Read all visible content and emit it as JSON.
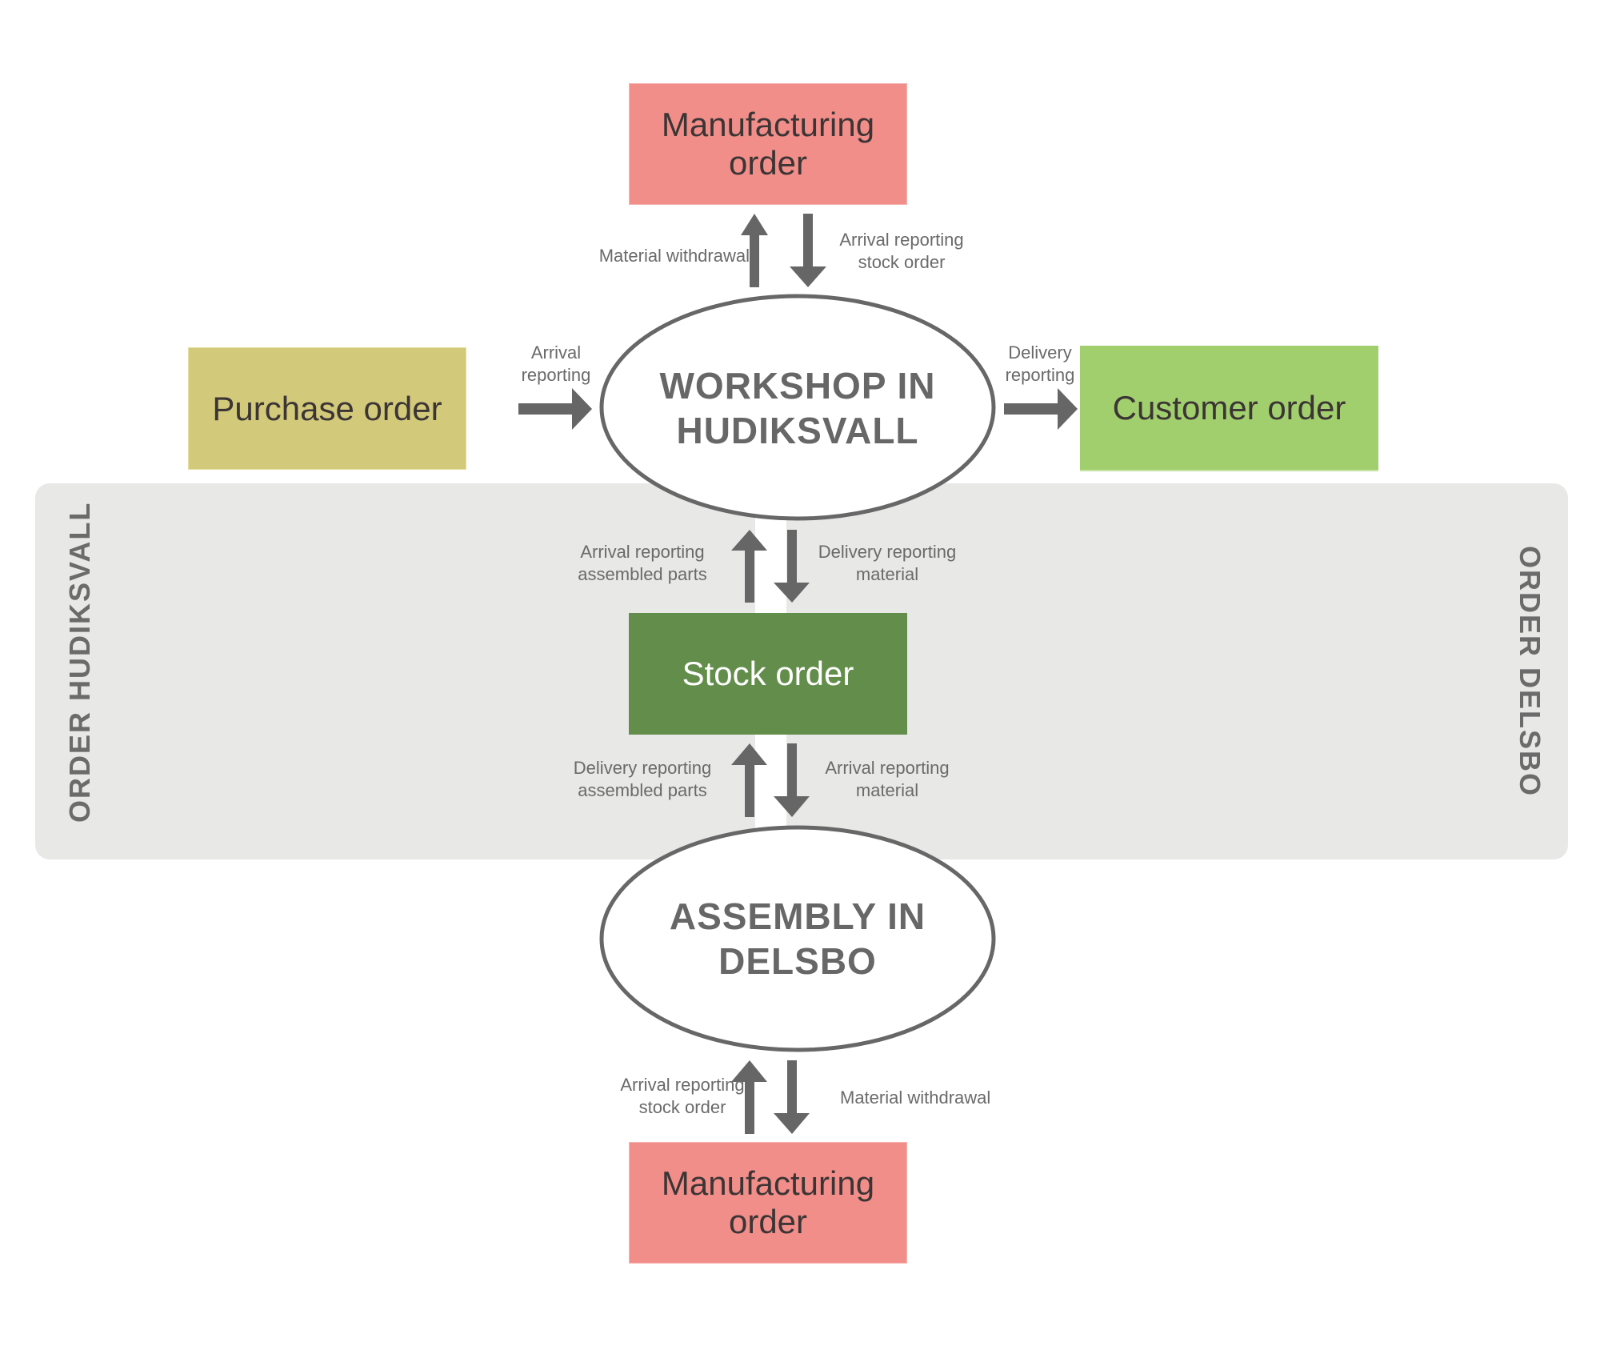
{
  "diagram": {
    "title": "Order flow between Workshop in Hudiksvall and Assembly in Delsbo",
    "colors": {
      "manufacturing": "#f28e89",
      "purchase": "#d2c97a",
      "customer": "#a2cf6e",
      "stock": "#628d4a",
      "region": "#e8e8e7",
      "arrow": "#666666"
    },
    "regions": {
      "left": "ORDER HUDIKSVALL",
      "right": "ORDER DELSBO"
    },
    "nodes": {
      "manufacturing_top": "Manufacturing order",
      "purchase": "Purchase order",
      "customer": "Customer order",
      "stock": "Stock order",
      "manufacturing_bottom": "Manufacturing order",
      "workshop": {
        "line1": "WORKSHOP IN",
        "line2": "HUDIKSVALL"
      },
      "assembly": {
        "line1": "ASSEMBLY IN",
        "line2": "DELSBO"
      }
    },
    "edges": {
      "workshop_to_mfg_top": {
        "direction": "up",
        "label": "Material withdrawal"
      },
      "mfg_top_to_workshop": {
        "direction": "down",
        "line1": "Arrival reporting",
        "line2": "stock order"
      },
      "purchase_to_workshop": {
        "direction": "right",
        "line1": "Arrival",
        "line2": "reporting"
      },
      "workshop_to_customer": {
        "direction": "right",
        "line1": "Delivery",
        "line2": "reporting"
      },
      "stock_to_workshop": {
        "direction": "up",
        "line1": "Arrival reporting",
        "line2": "assembled parts"
      },
      "workshop_to_stock": {
        "direction": "down",
        "line1": "Delivery reporting",
        "line2": "material"
      },
      "assembly_to_stock": {
        "direction": "up",
        "line1": "Delivery reporting",
        "line2": "assembled parts"
      },
      "stock_to_assembly": {
        "direction": "down",
        "line1": "Arrival reporting",
        "line2": "material"
      },
      "mfg_bottom_to_assembly": {
        "direction": "up",
        "line1": "Arrival reporting",
        "line2": "stock order"
      },
      "assembly_to_mfg_bottom": {
        "direction": "down",
        "label": "Material withdrawal"
      }
    }
  }
}
